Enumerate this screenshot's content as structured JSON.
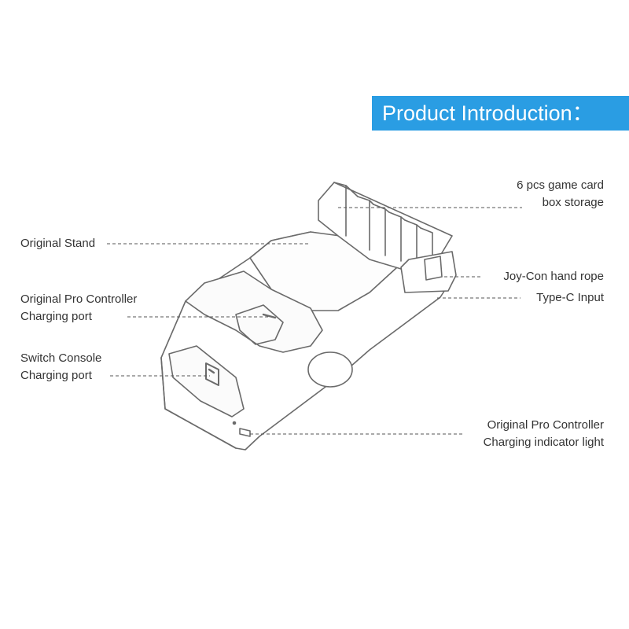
{
  "header": {
    "title": "Product Introduction："
  },
  "callouts": {
    "game_card_line1": "6 pcs game card",
    "game_card_line2": "box storage",
    "original_stand": "Original Stand",
    "joycon_rope": "Joy-Con hand rope",
    "type_c": "Type-C Input",
    "pro_port_line1": "Original Pro Controller",
    "pro_port_line2": "Charging port",
    "switch_port_line1": "Switch Console",
    "switch_port_line2": "Charging port",
    "indicator_line1": "Original Pro Controller",
    "indicator_line2": "Charging indicator light"
  },
  "colors": {
    "banner": "#2a9de3",
    "line": "#555555",
    "text": "#333333"
  }
}
